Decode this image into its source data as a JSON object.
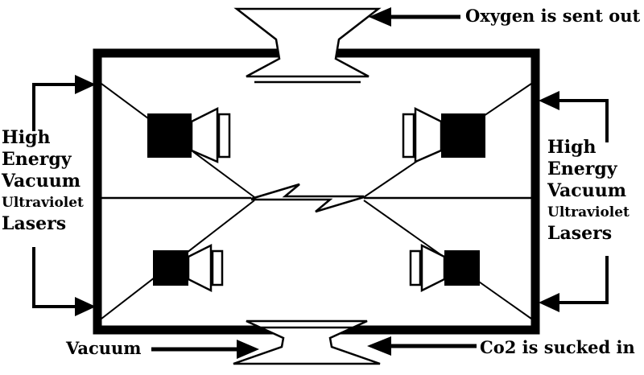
{
  "labels": {
    "oxygen_out": "Oxygen is sent out",
    "co2_in": "Co2 is sucked in",
    "vacuum_in": "Vacuum",
    "left_lasers": {
      "lines": [
        "High",
        "Energy",
        "Vacuum",
        "Ultraviolet",
        "Lasers"
      ]
    },
    "right_lasers": {
      "lines": [
        "High",
        "Energy",
        "Vacuum",
        "Ultraviolet",
        "Lasers"
      ]
    }
  },
  "colors": {
    "ink": "#000000",
    "paper": "#ffffff"
  }
}
